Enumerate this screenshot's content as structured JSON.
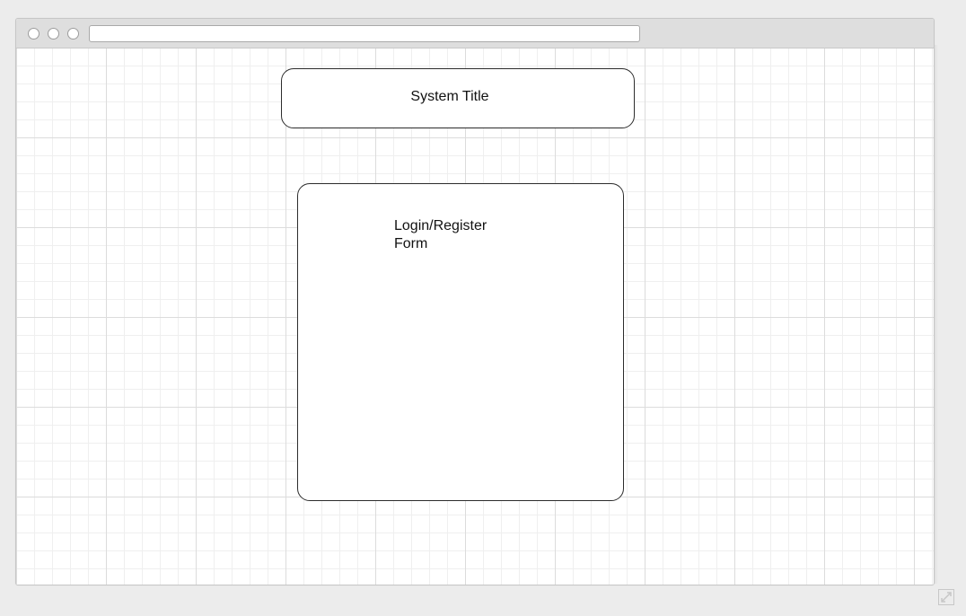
{
  "browser": {
    "window_controls": [
      "close",
      "minimize",
      "maximize"
    ],
    "address_value": ""
  },
  "wireframe": {
    "title_box_label": "System Title",
    "form_box_label": "Login/Register Form"
  },
  "icons": {
    "resize": "expand-arrows-icon"
  },
  "colors": {
    "grid_major": "#dcdcdc",
    "grid_minor": "#efefef",
    "box_border": "#2c2c2c",
    "chrome": "#dedede"
  }
}
